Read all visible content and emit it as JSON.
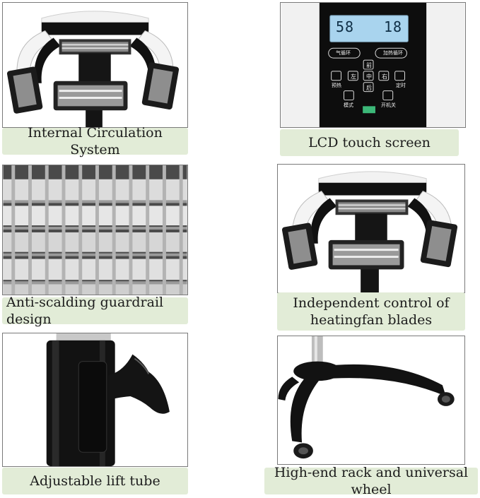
{
  "captions": {
    "internal": "Internal Circulation System",
    "lcd": "LCD touch screen",
    "guardrail": "Anti-scalding guardrail design",
    "independent": "Independent control of heatingfan blades",
    "lift": "Adjustable lift tube",
    "rack": "High-end rack and universal wheel"
  },
  "lcd_display": {
    "left_value": "58",
    "right_value": "18",
    "buttons": [
      "气循环",
      "加热循环",
      "预热",
      "左",
      "中",
      "右",
      "定时",
      "前",
      "后",
      "模式",
      "开机关"
    ]
  },
  "colors": {
    "caption_bg": "#e2ecd7",
    "panel_border": "#7a7a7a",
    "lcd_screen": "#a9d4ee",
    "device_black": "#111111",
    "status_led": "#3cb878"
  }
}
